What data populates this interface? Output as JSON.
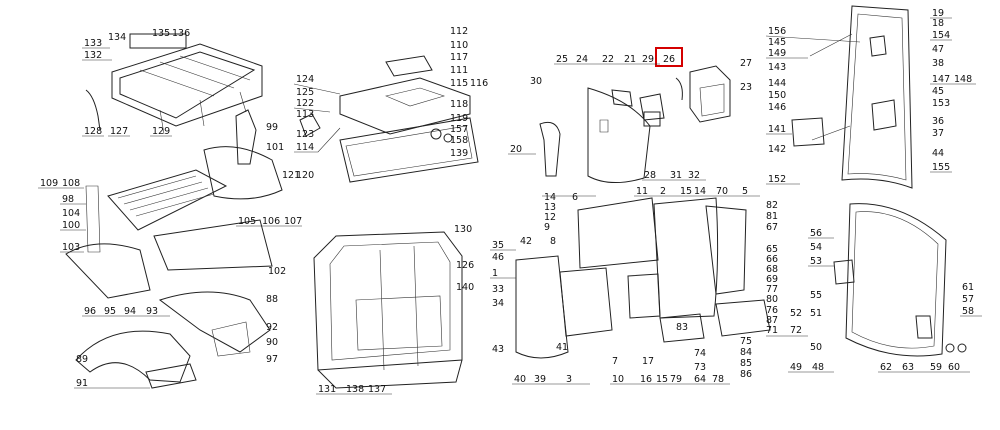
{
  "highlighted_callout": "26",
  "highlight_color": "#d40000",
  "callouts": [
    {
      "id": "c133",
      "text": "133"
    },
    {
      "id": "c134",
      "text": "134"
    },
    {
      "id": "c135",
      "text": "135"
    },
    {
      "id": "c136",
      "text": "136"
    },
    {
      "id": "c132",
      "text": "132"
    },
    {
      "id": "c128",
      "text": "128"
    },
    {
      "id": "c127",
      "text": "127"
    },
    {
      "id": "c129",
      "text": "129"
    },
    {
      "id": "c112",
      "text": "112"
    },
    {
      "id": "c110",
      "text": "110"
    },
    {
      "id": "c117",
      "text": "117"
    },
    {
      "id": "c111",
      "text": "111"
    },
    {
      "id": "c115",
      "text": "115"
    },
    {
      "id": "c116",
      "text": "116"
    },
    {
      "id": "c124",
      "text": "124"
    },
    {
      "id": "c125",
      "text": "125"
    },
    {
      "id": "c122",
      "text": "122"
    },
    {
      "id": "c113",
      "text": "113"
    },
    {
      "id": "c118",
      "text": "118"
    },
    {
      "id": "c119",
      "text": "119"
    },
    {
      "id": "c123",
      "text": "123"
    },
    {
      "id": "c114",
      "text": "114"
    },
    {
      "id": "c157",
      "text": "157"
    },
    {
      "id": "c158",
      "text": "158"
    },
    {
      "id": "c139",
      "text": "139"
    },
    {
      "id": "c99",
      "text": "99"
    },
    {
      "id": "c101",
      "text": "101"
    },
    {
      "id": "c121",
      "text": "121"
    },
    {
      "id": "c120",
      "text": "120"
    },
    {
      "id": "c109",
      "text": "109"
    },
    {
      "id": "c108",
      "text": "108"
    },
    {
      "id": "c98",
      "text": "98"
    },
    {
      "id": "c104",
      "text": "104"
    },
    {
      "id": "c100",
      "text": "100"
    },
    {
      "id": "c103",
      "text": "103"
    },
    {
      "id": "c105",
      "text": "105"
    },
    {
      "id": "c106",
      "text": "106"
    },
    {
      "id": "c107",
      "text": "107"
    },
    {
      "id": "c102",
      "text": "102"
    },
    {
      "id": "c96",
      "text": "96"
    },
    {
      "id": "c95",
      "text": "95"
    },
    {
      "id": "c94",
      "text": "94"
    },
    {
      "id": "c93",
      "text": "93"
    },
    {
      "id": "c88",
      "text": "88"
    },
    {
      "id": "c92",
      "text": "92"
    },
    {
      "id": "c90",
      "text": "90"
    },
    {
      "id": "c97",
      "text": "97"
    },
    {
      "id": "c89",
      "text": "89"
    },
    {
      "id": "c91",
      "text": "91"
    },
    {
      "id": "c130",
      "text": "130"
    },
    {
      "id": "c126",
      "text": "126"
    },
    {
      "id": "c140",
      "text": "140"
    },
    {
      "id": "c131",
      "text": "131"
    },
    {
      "id": "c138",
      "text": "138"
    },
    {
      "id": "c137",
      "text": "137"
    },
    {
      "id": "c25",
      "text": "25"
    },
    {
      "id": "c24",
      "text": "24"
    },
    {
      "id": "c22",
      "text": "22"
    },
    {
      "id": "c21",
      "text": "21"
    },
    {
      "id": "c29",
      "text": "29"
    },
    {
      "id": "c26",
      "text": "26"
    },
    {
      "id": "c27",
      "text": "27"
    },
    {
      "id": "c30",
      "text": "30"
    },
    {
      "id": "c23",
      "text": "23"
    },
    {
      "id": "c20",
      "text": "20"
    },
    {
      "id": "c28",
      "text": "28"
    },
    {
      "id": "c31",
      "text": "31"
    },
    {
      "id": "c32",
      "text": "32"
    },
    {
      "id": "c14a",
      "text": "14"
    },
    {
      "id": "c13",
      "text": "13"
    },
    {
      "id": "c12",
      "text": "12"
    },
    {
      "id": "c9",
      "text": "9"
    },
    {
      "id": "c6",
      "text": "6"
    },
    {
      "id": "c11",
      "text": "11"
    },
    {
      "id": "c2",
      "text": "2"
    },
    {
      "id": "c15a",
      "text": "15"
    },
    {
      "id": "c14b",
      "text": "14"
    },
    {
      "id": "c70",
      "text": "70"
    },
    {
      "id": "c5",
      "text": "5"
    },
    {
      "id": "c8",
      "text": "8"
    },
    {
      "id": "c42",
      "text": "42"
    },
    {
      "id": "c35",
      "text": "35"
    },
    {
      "id": "c46",
      "text": "46"
    },
    {
      "id": "c1",
      "text": "1"
    },
    {
      "id": "c33",
      "text": "33"
    },
    {
      "id": "c34",
      "text": "34"
    },
    {
      "id": "c43",
      "text": "43"
    },
    {
      "id": "c41",
      "text": "41"
    },
    {
      "id": "c40",
      "text": "40"
    },
    {
      "id": "c39",
      "text": "39"
    },
    {
      "id": "c3",
      "text": "3"
    },
    {
      "id": "c7",
      "text": "7"
    },
    {
      "id": "c10",
      "text": "10"
    },
    {
      "id": "c17",
      "text": "17"
    },
    {
      "id": "c16",
      "text": "16"
    },
    {
      "id": "c15b",
      "text": "15"
    },
    {
      "id": "c79",
      "text": "79"
    },
    {
      "id": "c83",
      "text": "83"
    },
    {
      "id": "c74",
      "text": "74"
    },
    {
      "id": "c73",
      "text": "73"
    },
    {
      "id": "c64",
      "text": "64"
    },
    {
      "id": "c78",
      "text": "78"
    },
    {
      "id": "c82",
      "text": "82"
    },
    {
      "id": "c81",
      "text": "81"
    },
    {
      "id": "c67",
      "text": "67"
    },
    {
      "id": "c65",
      "text": "65"
    },
    {
      "id": "c66",
      "text": "66"
    },
    {
      "id": "c68",
      "text": "68"
    },
    {
      "id": "c69",
      "text": "69"
    },
    {
      "id": "c77",
      "text": "77"
    },
    {
      "id": "c80",
      "text": "80"
    },
    {
      "id": "c76",
      "text": "76"
    },
    {
      "id": "c87",
      "text": "87"
    },
    {
      "id": "c71",
      "text": "71"
    },
    {
      "id": "c72",
      "text": "72"
    },
    {
      "id": "c75",
      "text": "75"
    },
    {
      "id": "c84",
      "text": "84"
    },
    {
      "id": "c85",
      "text": "85"
    },
    {
      "id": "c86",
      "text": "86"
    },
    {
      "id": "c156",
      "text": "156"
    },
    {
      "id": "c145",
      "text": "145"
    },
    {
      "id": "c149",
      "text": "149"
    },
    {
      "id": "c143",
      "text": "143"
    },
    {
      "id": "c144",
      "text": "144"
    },
    {
      "id": "c150",
      "text": "150"
    },
    {
      "id": "c146",
      "text": "146"
    },
    {
      "id": "c141",
      "text": "141"
    },
    {
      "id": "c142",
      "text": "142"
    },
    {
      "id": "c152",
      "text": "152"
    },
    {
      "id": "c19",
      "text": "19"
    },
    {
      "id": "c18",
      "text": "18"
    },
    {
      "id": "c154",
      "text": "154"
    },
    {
      "id": "c47",
      "text": "47"
    },
    {
      "id": "c38",
      "text": "38"
    },
    {
      "id": "c147",
      "text": "147"
    },
    {
      "id": "c148",
      "text": "148"
    },
    {
      "id": "c45",
      "text": "45"
    },
    {
      "id": "c153",
      "text": "153"
    },
    {
      "id": "c36",
      "text": "36"
    },
    {
      "id": "c37",
      "text": "37"
    },
    {
      "id": "c44",
      "text": "44"
    },
    {
      "id": "c155",
      "text": "155"
    },
    {
      "id": "c56",
      "text": "56"
    },
    {
      "id": "c54",
      "text": "54"
    },
    {
      "id": "c53",
      "text": "53"
    },
    {
      "id": "c55",
      "text": "55"
    },
    {
      "id": "c52",
      "text": "52"
    },
    {
      "id": "c51",
      "text": "51"
    },
    {
      "id": "c50",
      "text": "50"
    },
    {
      "id": "c49",
      "text": "49"
    },
    {
      "id": "c48",
      "text": "48"
    },
    {
      "id": "c61",
      "text": "61"
    },
    {
      "id": "c57",
      "text": "57"
    },
    {
      "id": "c58",
      "text": "58"
    },
    {
      "id": "c62",
      "text": "62"
    },
    {
      "id": "c63",
      "text": "63"
    },
    {
      "id": "c59",
      "text": "59"
    },
    {
      "id": "c60",
      "text": "60"
    }
  ]
}
